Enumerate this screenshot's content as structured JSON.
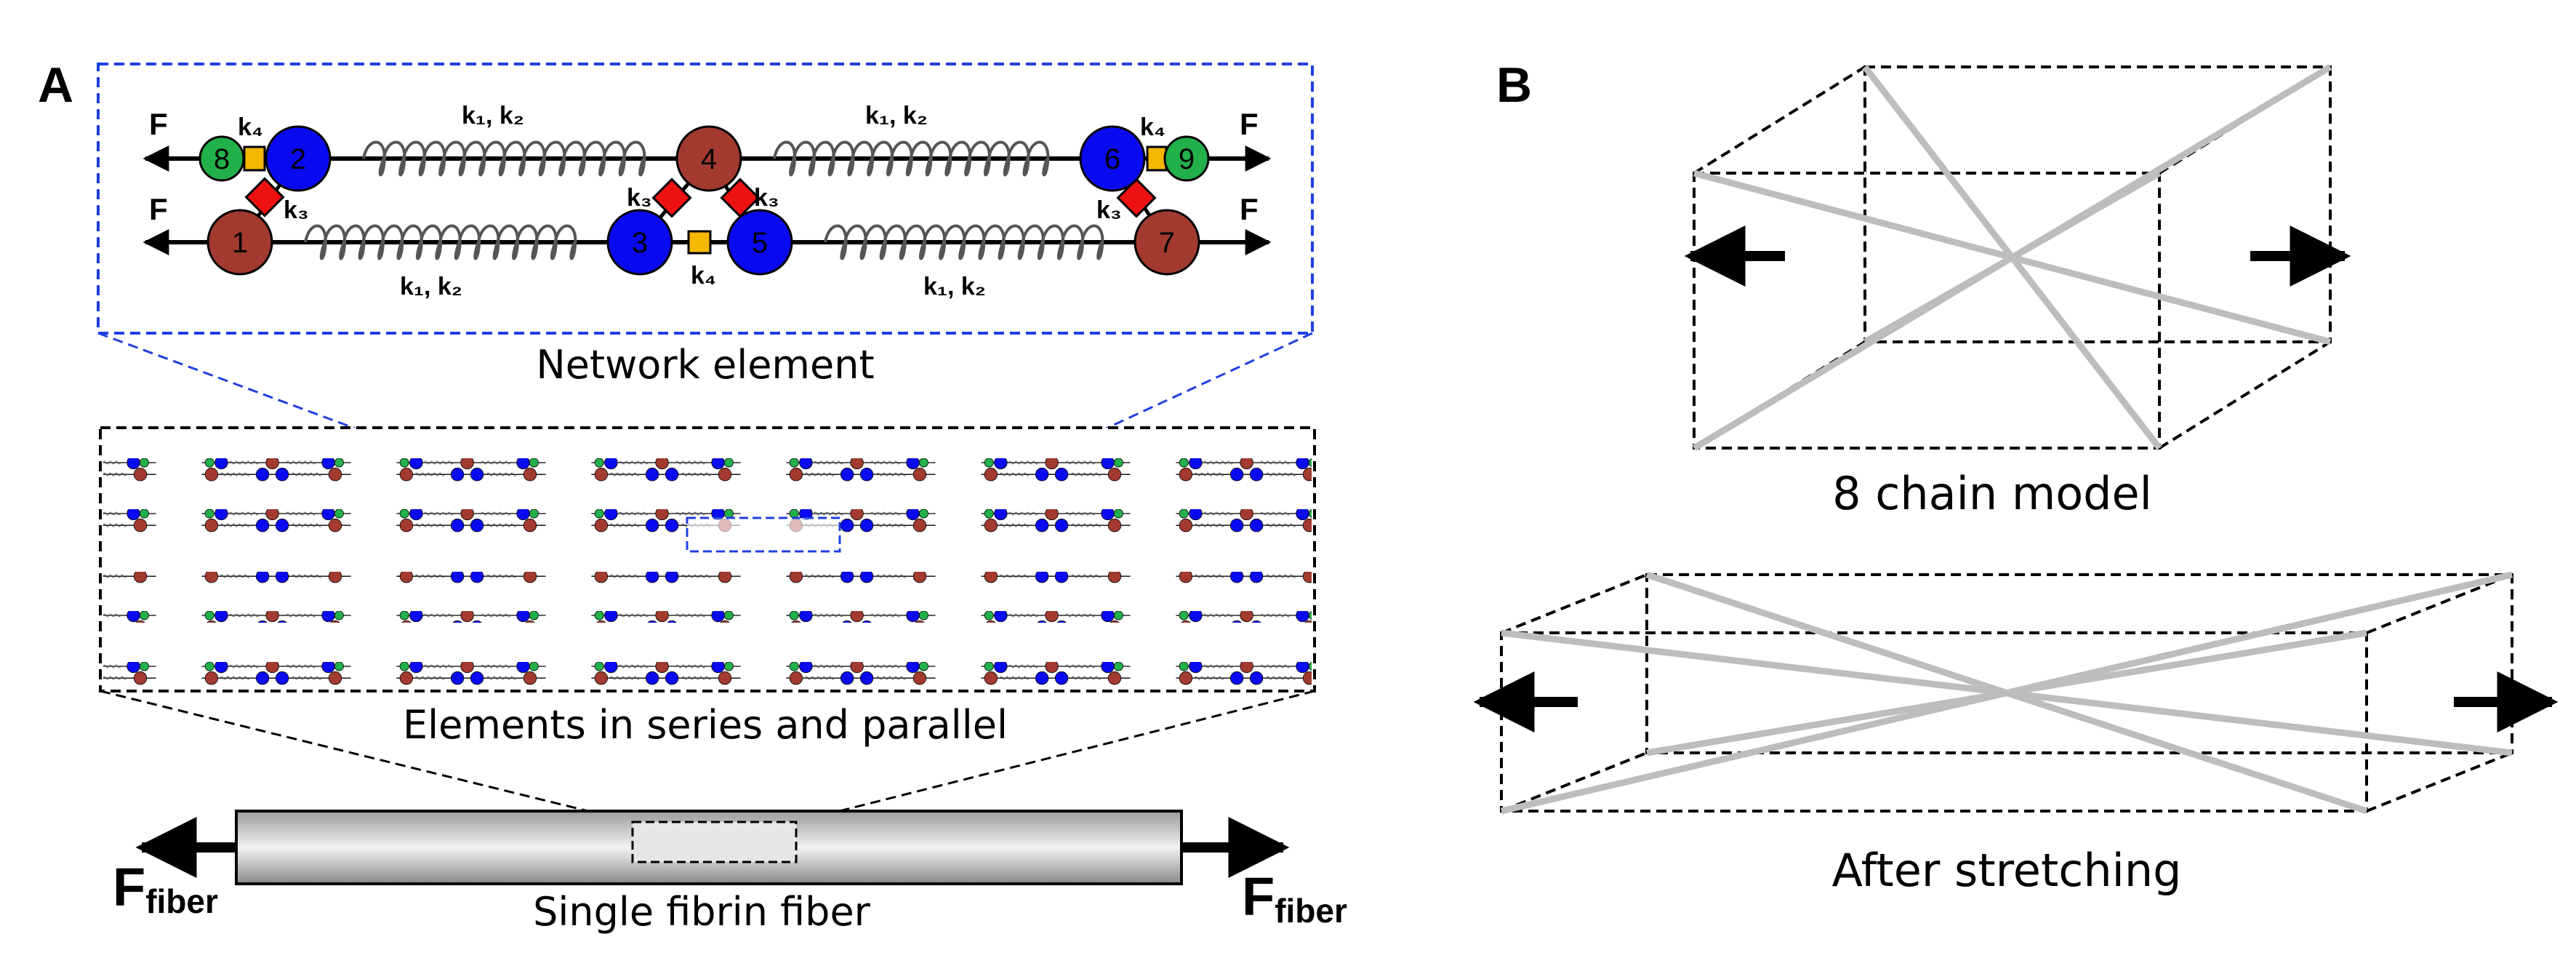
{
  "panel_a": {
    "label": "A",
    "network_element": {
      "caption": "Network element",
      "force_label": "F",
      "spring_label": "k₁, k₂",
      "k3_label": "k₃",
      "k4_label": "k₄",
      "nodes": [
        "1",
        "2",
        "3",
        "4",
        "5",
        "6",
        "7",
        "8",
        "9"
      ]
    },
    "series_caption": "Elements in series and parallel",
    "fiber": {
      "caption": "Single fibrin fiber",
      "force_main": "F",
      "force_sub": "fiber"
    }
  },
  "panel_b": {
    "label": "B",
    "model_caption": "8 chain model",
    "stretched_caption": "After stretching"
  },
  "colors": {
    "red_node": "#a33a2f",
    "blue_node": "#0a0af0",
    "green_node": "#22b04a",
    "crosslink_red": "#ee1111",
    "crosslink_yellow": "#f5b800",
    "dashed_blue": "#1f3fe0",
    "chain_gray": "#bdbdbd"
  }
}
